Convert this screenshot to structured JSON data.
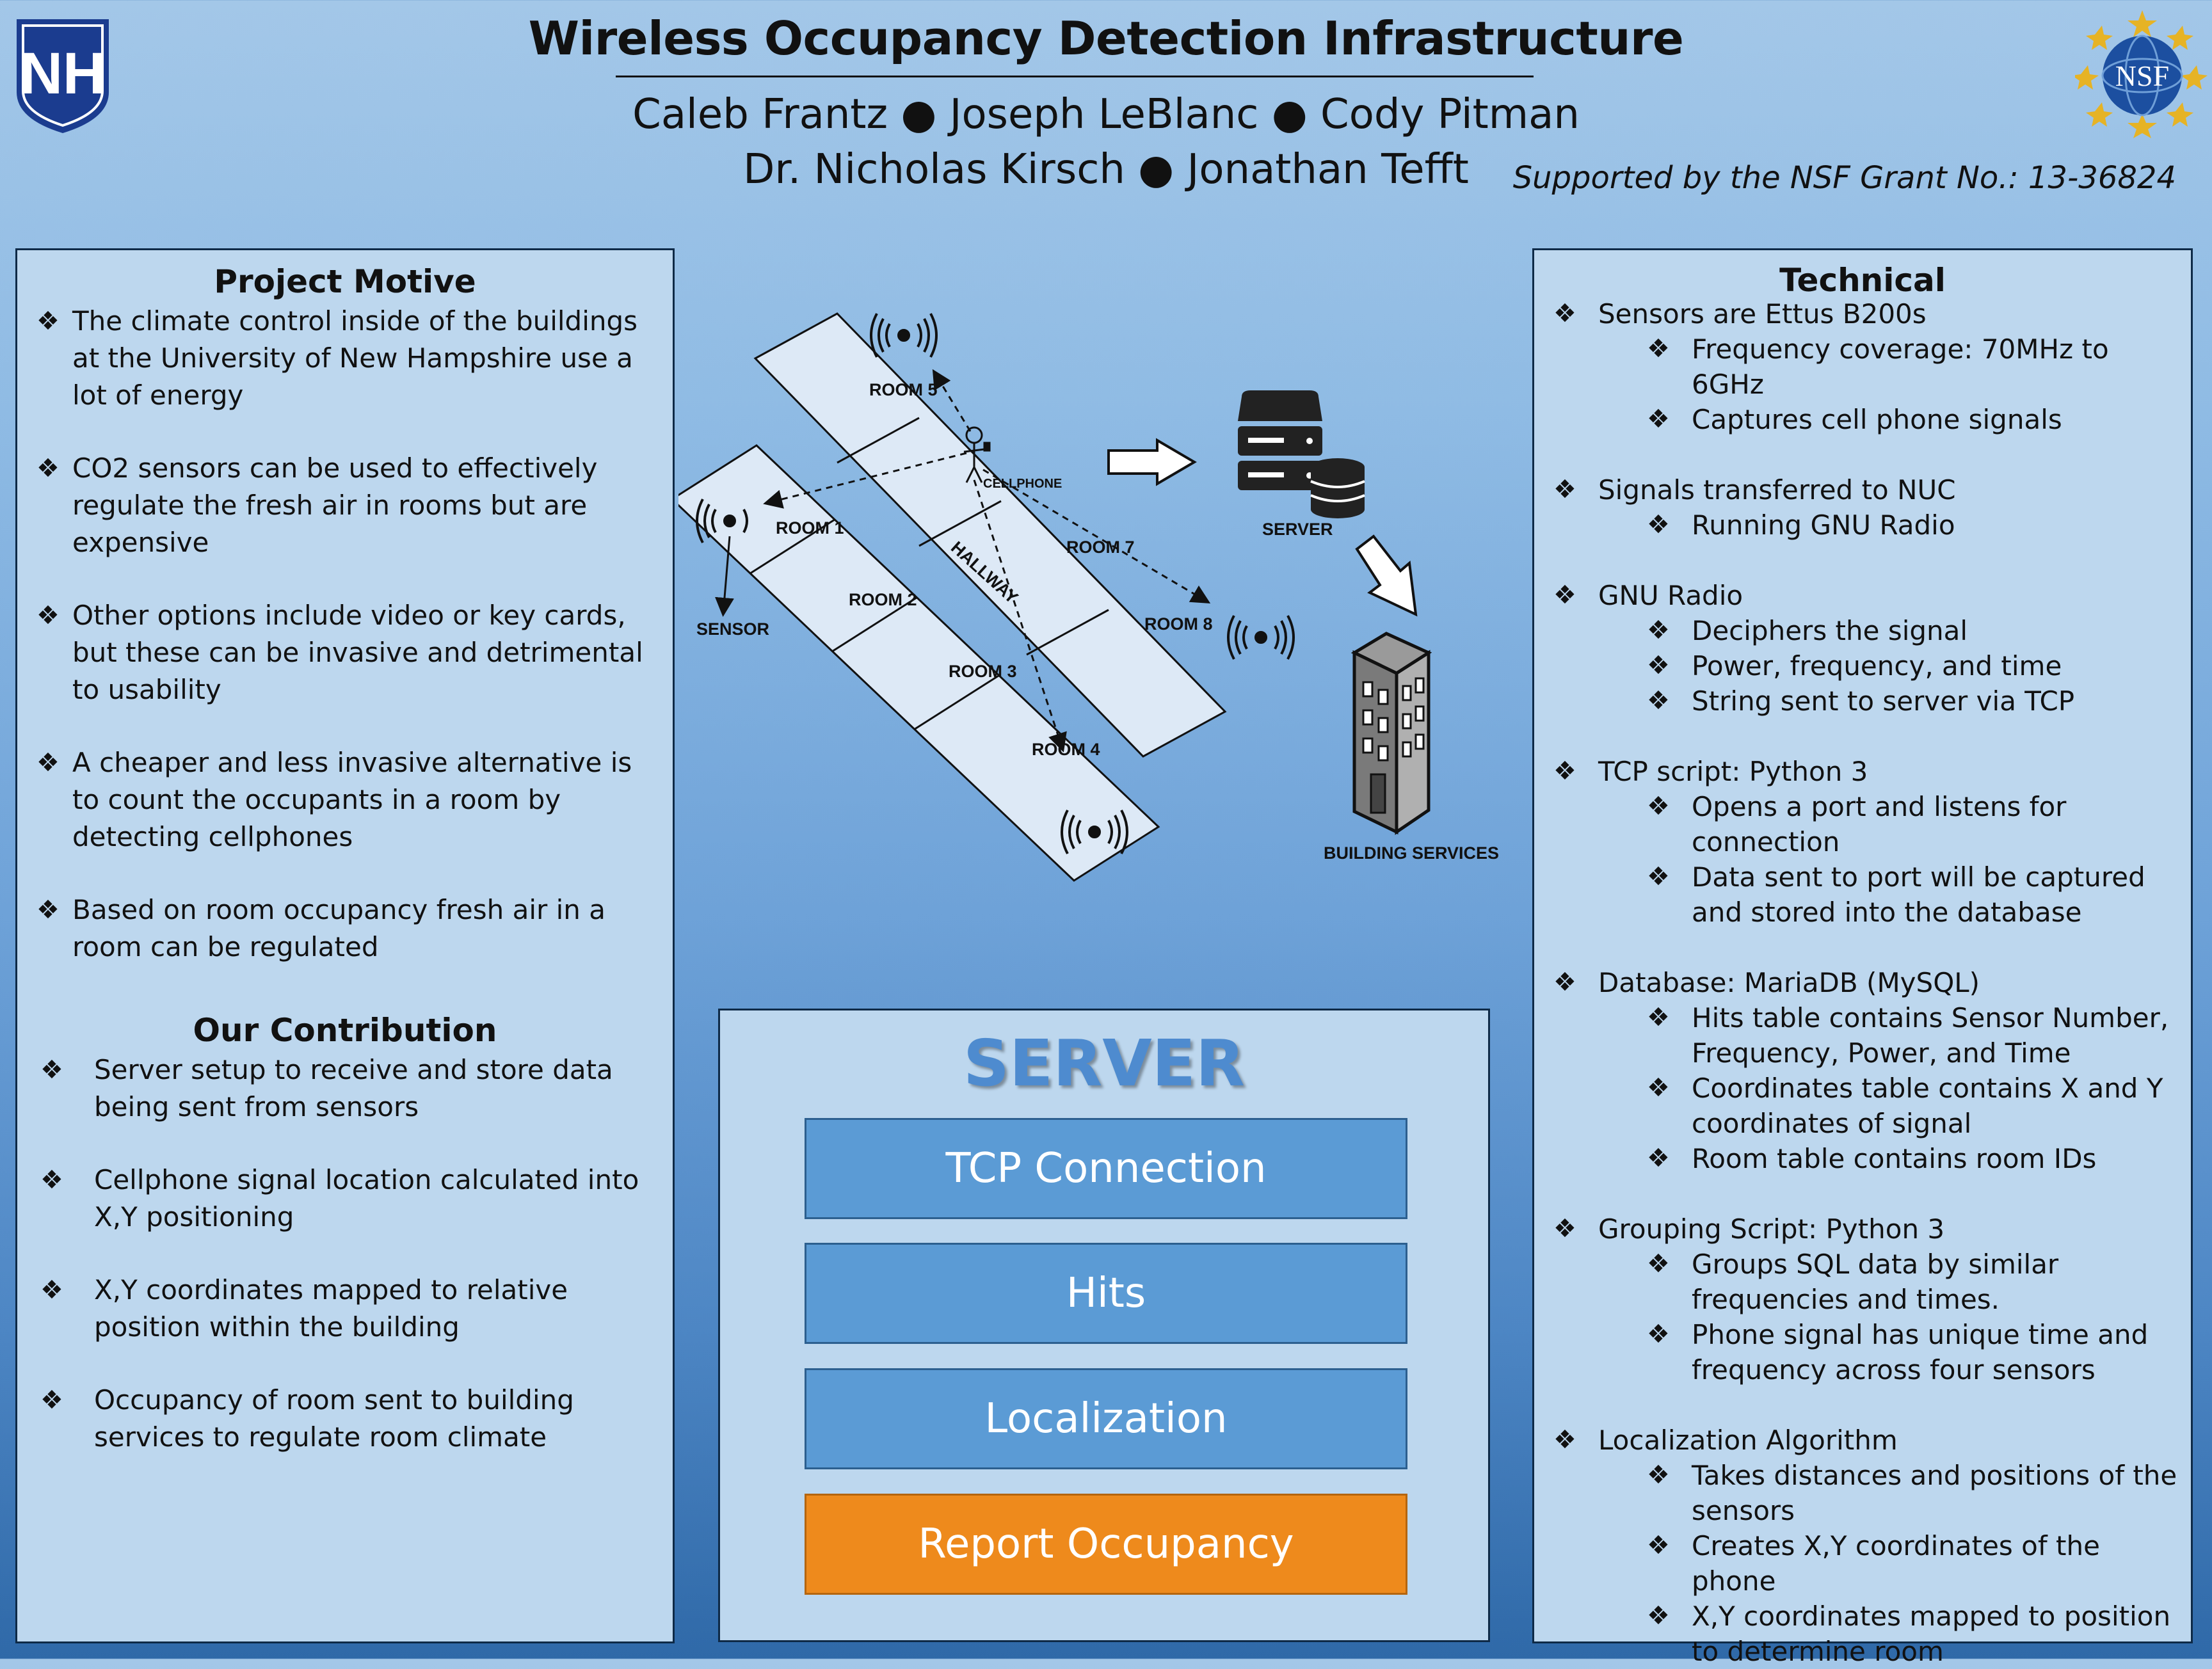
{
  "header": {
    "title": "Wireless Occupancy Detection Infrastructure",
    "authors_line1": "Caleb Frantz ● Joseph LeBlanc ● Cody Pitman",
    "authors_line2": "Dr. Nicholas Kirsch ● Jonathan Tefft",
    "grant": "Supported by the NSF Grant No.: 13-36824",
    "left_logo": {
      "text": "NH",
      "icon": "unh-shield-logo",
      "color": "#1b3c8f"
    },
    "right_logo": {
      "text": "NSF",
      "icon": "nsf-globe-logo",
      "color": "#1c4fa0"
    }
  },
  "bullet_symbol": "❖",
  "project_motive": {
    "title": "Project Motive",
    "items": [
      "The climate control inside of the buildings at the University of New Hampshire use a lot of energy",
      "CO2 sensors can be used to effectively regulate the fresh air in rooms but are expensive",
      "Other options include video or key cards, but these can be invasive and detrimental to usability",
      "A cheaper and less invasive alternative is to count the occupants in a room by detecting cellphones",
      "Based on room occupancy fresh air in a room can be regulated"
    ]
  },
  "our_contribution": {
    "title": "Our Contribution",
    "items": [
      "Server setup to receive and store data being sent from sensors",
      "Cellphone signal location calculated into X,Y positioning",
      "X,Y coordinates mapped to relative position within the building",
      "Occupancy of room sent to building services to regulate room climate"
    ]
  },
  "technical": {
    "title": "Technical",
    "groups": [
      {
        "label": "Sensors are Ettus B200s",
        "subs": [
          "Frequency coverage: 70MHz to 6GHz",
          "Captures cell phone signals"
        ]
      },
      {
        "label": "Signals transferred to NUC",
        "subs": [
          "Running GNU Radio"
        ]
      },
      {
        "label": "GNU Radio",
        "subs": [
          "Deciphers the signal",
          "Power, frequency, and time",
          "String sent to server via TCP"
        ]
      },
      {
        "label": "TCP script: Python 3",
        "subs": [
          "Opens a port and listens for connection",
          "Data sent to port will be captured and stored into the database"
        ]
      },
      {
        "label": "Database: MariaDB (MySQL)",
        "subs": [
          "Hits table contains Sensor Number, Frequency, Power, and Time",
          "Coordinates table contains X and Y coordinates of signal",
          "Room table contains room IDs"
        ]
      },
      {
        "label": "Grouping Script: Python 3",
        "subs": [
          "Groups SQL data by similar frequencies and times.",
          "Phone signal has unique time and frequency across four sensors"
        ]
      },
      {
        "label": "Localization Algorithm",
        "subs": [
          "Takes distances and positions of the sensors",
          "Creates X,Y coordinates of the phone",
          "X,Y coordinates mapped to position to determine room"
        ]
      }
    ]
  },
  "server": {
    "title": "SERVER",
    "steps": [
      "TCP Connection",
      "Hits",
      "Localization",
      "Report Occupancy"
    ],
    "colors": {
      "step": "#5b9bd5",
      "final_step": "#ee8a1c"
    }
  },
  "diagram": {
    "rooms": [
      "ROOM 1",
      "ROOM 2",
      "ROOM 3",
      "ROOM 4",
      "ROOM 5",
      "ROOM 7",
      "ROOM 8"
    ],
    "hallway": "HALLWAY",
    "cellphone": "CELLPHONE",
    "sensor": "SENSOR",
    "server": "SERVER",
    "building_services": "BUILDING SERVICES",
    "icons": [
      "antenna-icon",
      "stick-figure-icon",
      "server-stack-icon",
      "database-icon",
      "office-building-icon",
      "arrow-right-icon",
      "arrow-down-icon"
    ]
  }
}
